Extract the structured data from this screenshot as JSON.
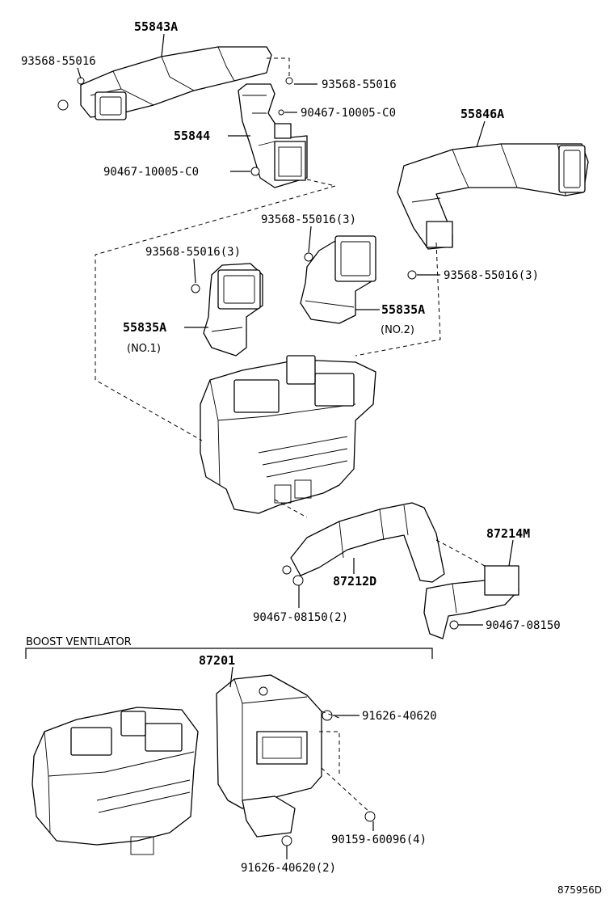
{
  "labels": {
    "p55843a": "55843A",
    "p93568_55016_tl": "93568-55016",
    "p93568_55016_tr": "93568-55016",
    "p90467_10005_c0_a": "90467-10005-C0",
    "p55844": "55844",
    "p90467_10005_c0_b": "90467-10005-C0",
    "p55846a": "55846A",
    "p93568_55016_3_a": "93568-55016(3)",
    "p93568_55016_3_b": "93568-55016(3)",
    "p93568_55016_3_c": "93568-55016(3)",
    "p55835a_1": "55835A",
    "no1": "(NO.1)",
    "p55835a_2": "55835A",
    "no2": "(NO.2)",
    "p87214m": "87214M",
    "p87212d": "87212D",
    "p90467_08150_2": "90467-08150(2)",
    "p90467_08150": "90467-08150",
    "boost_ventilator": "BOOST VENTILATOR",
    "p87201": "87201",
    "p91626_40620": "91626-40620",
    "p90159_60096_4": "90159-60096(4)",
    "p91626_40620_2": "91626-40620(2)",
    "diagram_code": "875956D"
  },
  "colors": {
    "ink": "#000000",
    "paper": "#ffffff"
  }
}
